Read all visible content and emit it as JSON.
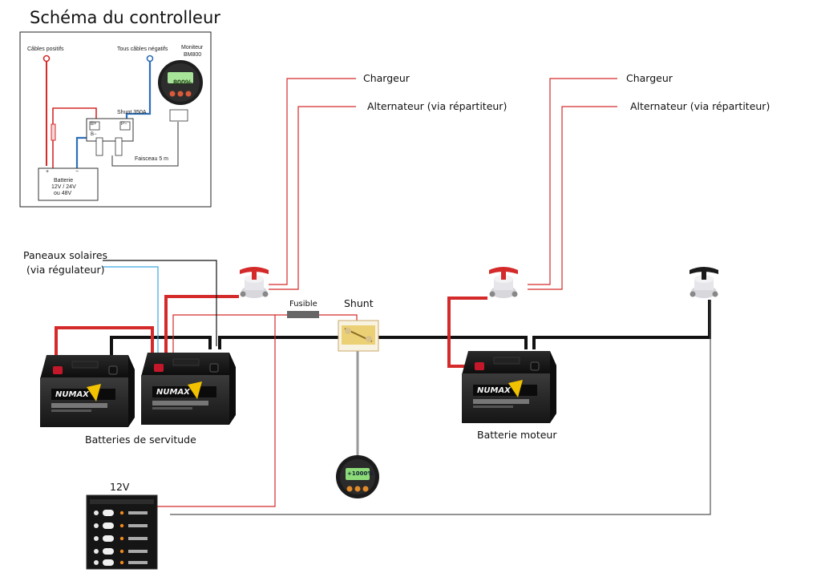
{
  "title": "Schéma du controlleur",
  "inset": {
    "positive_cables": "Câbles positifs",
    "negative_cables": "Tous câbles négatifs",
    "monitor_line1": "Moniteur",
    "monitor_line2": "BM800",
    "monitor_display": "800%",
    "shunt": "Shunt 350A",
    "harness": "Faisceau   5 m",
    "battery_plus": "+",
    "battery_minus": "−",
    "battery_line1": "Batterie",
    "battery_line2": "12V / 24V",
    "battery_line3": "ou 48V",
    "shunt_b_plus": "B+",
    "shunt_b_minus": "B−",
    "shunt_p_minus": "P−"
  },
  "labels": {
    "charger_left": "Chargeur",
    "alternator_left": "Alternateur (via répartiteur)",
    "charger_right": "Chargeur",
    "alternator_right": "Alternateur (via répartiteur)",
    "solar_line1": "Paneaux solaires",
    "solar_line2": "(via régulateur)",
    "fuse": "Fusible",
    "shunt": "Shunt",
    "service_batteries": "Batteries de servitude",
    "engine_battery": "Batterie moteur",
    "panel_12v": "12V",
    "monitor_display": "+1000%",
    "brand": "NUMAX"
  },
  "colors": {
    "positive": "#d42a2a",
    "negative": "#111111",
    "solar": "#3aa8e0",
    "monitor_gray": "#999999",
    "inset_blue": "#2d6fb8"
  }
}
